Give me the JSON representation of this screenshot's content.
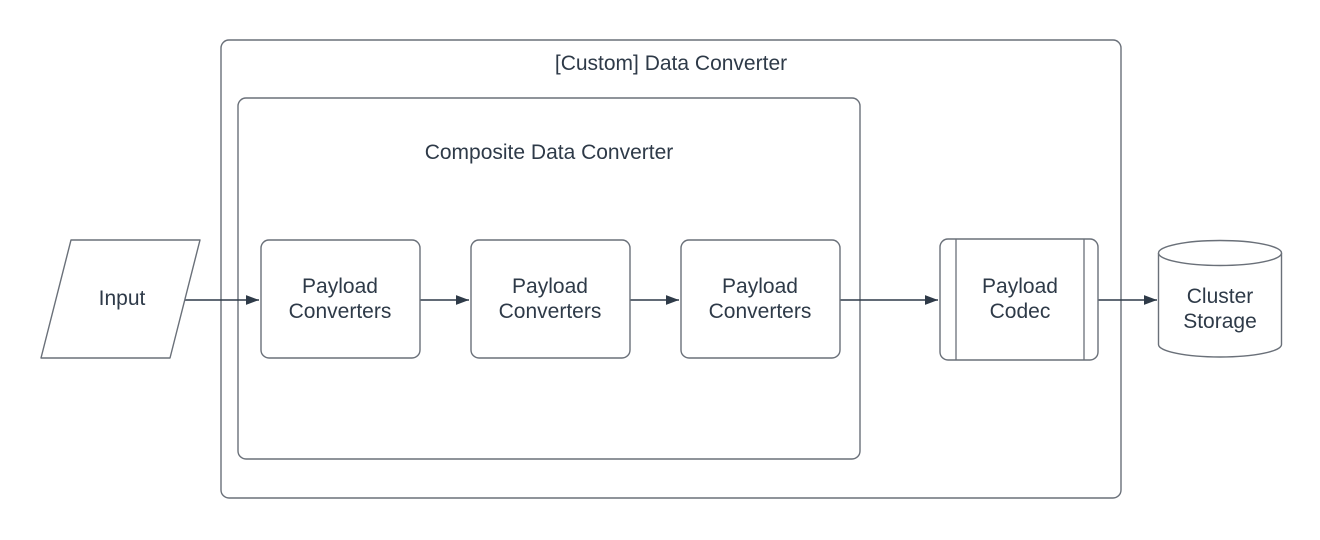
{
  "diagram": {
    "background_color": "#ffffff",
    "shape_border_color": "#6a7079",
    "ink_color": "#2e3a48"
  },
  "containers": {
    "outer": {
      "label": "[Custom] Data Converter"
    },
    "inner": {
      "label": "Composite Data Converter"
    }
  },
  "nodes": {
    "input": {
      "shape": "parallelogram",
      "label": "Input"
    },
    "payload_converter_1": {
      "shape": "rounded-rectangle",
      "line1": "Payload",
      "line2": "Converters"
    },
    "payload_converter_2": {
      "shape": "rounded-rectangle",
      "line1": "Payload",
      "line2": "Converters"
    },
    "payload_converter_3": {
      "shape": "rounded-rectangle",
      "line1": "Payload",
      "line2": "Converters"
    },
    "payload_codec": {
      "shape": "predefined-process",
      "line1": "Payload",
      "line2": "Codec"
    },
    "cluster_storage": {
      "shape": "cylinder",
      "line1": "Cluster",
      "line2": "Storage"
    }
  },
  "edges": [
    {
      "from": "input",
      "to": "payload_converter_1"
    },
    {
      "from": "payload_converter_1",
      "to": "payload_converter_2"
    },
    {
      "from": "payload_converter_2",
      "to": "payload_converter_3"
    },
    {
      "from": "payload_converter_3",
      "to": "payload_codec"
    },
    {
      "from": "payload_codec",
      "to": "cluster_storage"
    }
  ]
}
